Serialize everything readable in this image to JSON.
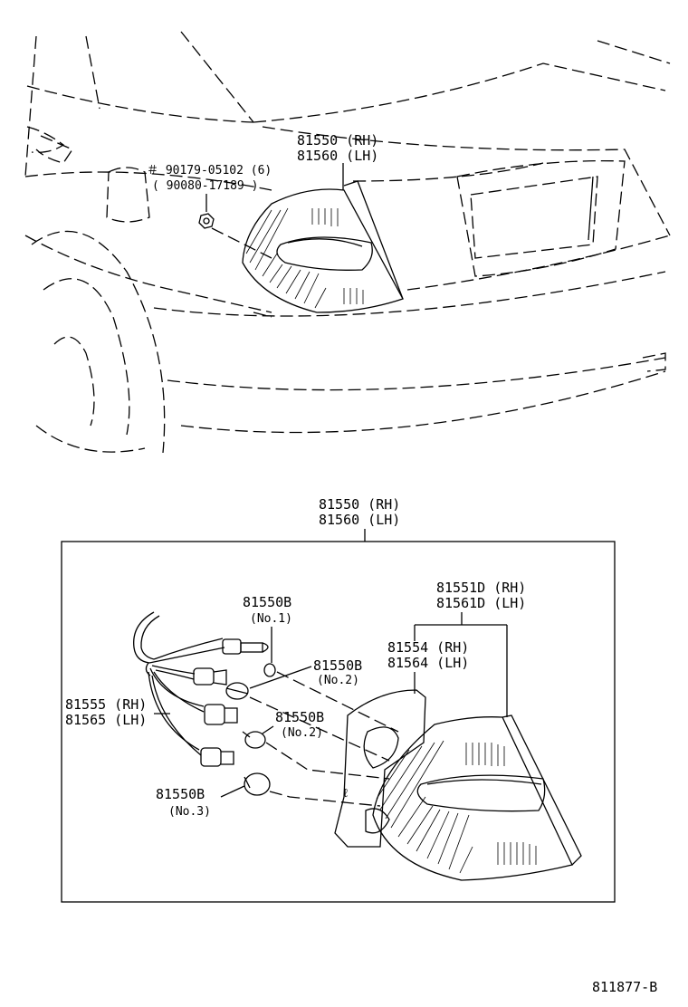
{
  "top_view": {
    "lamp_rh": "81550 (RH)",
    "lamp_lh": "81560 (LH)",
    "nut_part": "＃ 90179-05102 (6)",
    "nut_alt": "( 90080-17189 )"
  },
  "exploded_view": {
    "assembly_rh": "81550 (RH)",
    "assembly_lh": "81560 (LH)",
    "bulb_no1": "81550B",
    "bulb_no1_tag": "(No.1)",
    "bulb_no2a": "81550B",
    "bulb_no2a_tag": "(No.2)",
    "bulb_no2b": "81550B",
    "bulb_no2b_tag": "(No.2)",
    "bulb_no3": "81550B",
    "bulb_no3_tag": "(No.3)",
    "lens_rh": "81551D (RH)",
    "lens_lh": "81561D (LH)",
    "gasket_rh": "81554 (RH)",
    "gasket_lh": "81564 (LH)",
    "socket_rh": "81555 (RH)",
    "socket_lh": "81565 (LH)"
  },
  "figure_id": "811877-B"
}
